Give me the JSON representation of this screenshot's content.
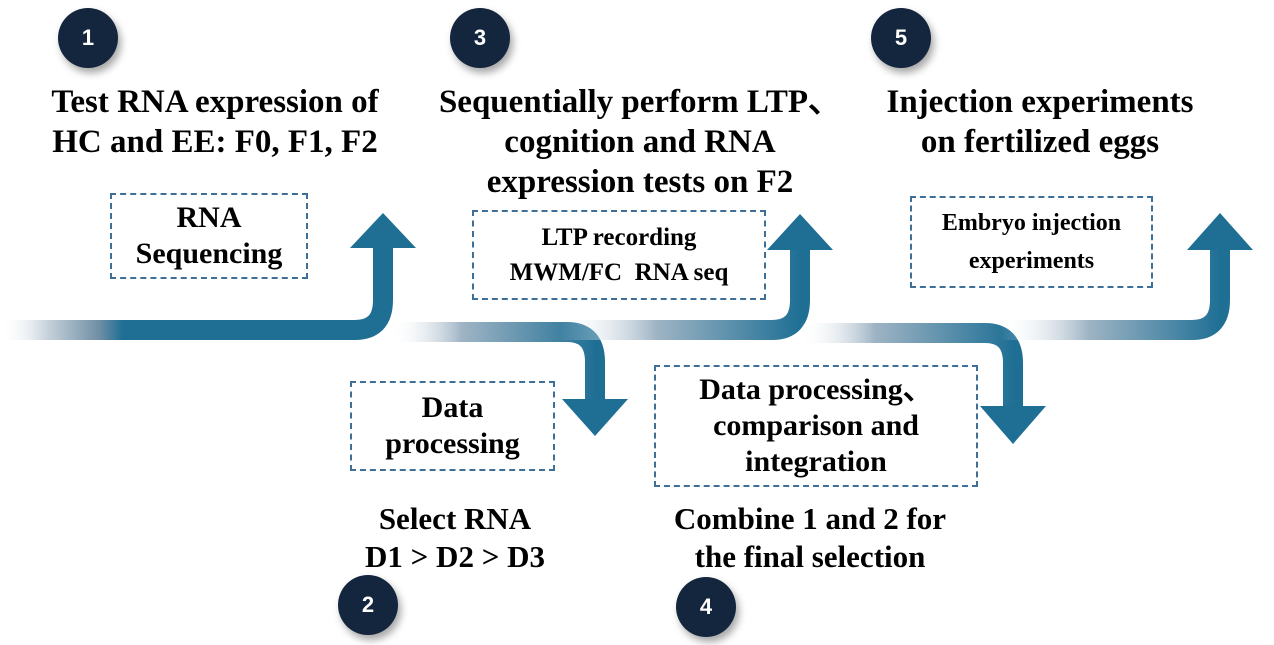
{
  "colors": {
    "badge": "#13263e",
    "arrow": "#1f6f95",
    "box_border": "#3d6f99",
    "text": "#000000"
  },
  "steps": [
    {
      "number": "1",
      "title_lines": [
        "Test RNA expression of",
        "HC and EE: F0, F1, F2"
      ],
      "box_lines": [
        "RNA",
        "Sequencing"
      ]
    },
    {
      "number": "2",
      "title_lines": [
        "Select RNA",
        "D1 > D2 > D3"
      ],
      "box_lines": [
        "Data",
        "processing"
      ]
    },
    {
      "number": "3",
      "title_lines": [
        "Sequentially perform LTP、",
        "cognition and RNA",
        "expression tests on F2"
      ],
      "box_lines": [
        "LTP recording",
        "MWM/FC  RNA seq"
      ]
    },
    {
      "number": "4",
      "title_lines": [
        "Combine 1 and 2 for",
        "the final selection"
      ],
      "box_lines": [
        "Data processing、",
        "comparison and",
        "integration"
      ]
    },
    {
      "number": "5",
      "title_lines": [
        "Injection experiments",
        "on fertilized eggs"
      ],
      "box_lines": [
        "Embryo injection",
        "experiments"
      ]
    }
  ]
}
